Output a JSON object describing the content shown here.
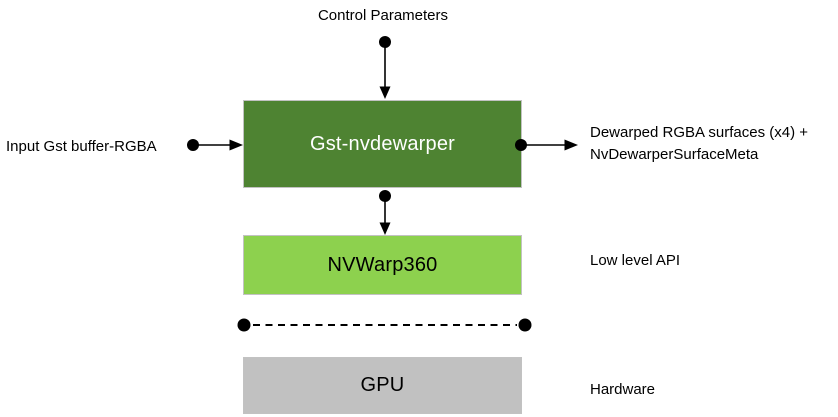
{
  "diagram": {
    "title_label": "Control Parameters",
    "input_label": "Input Gst buffer-RGBA",
    "output_label_line1": "Dewarped RGBA surfaces (x4) +",
    "output_label_line2": "NvDewarperSurfaceMeta",
    "boxes": [
      {
        "id": "gst-nvdewarper",
        "label": "Gst-nvdewarper",
        "fill": "#4E8332",
        "text_color": "#ffffff"
      },
      {
        "id": "nvwarp360",
        "label": "NVWarp360",
        "fill": "#8DD14E",
        "text_color": "#000000"
      },
      {
        "id": "gpu",
        "label": "GPU",
        "fill": "#C1C1C1",
        "text_color": "#000000"
      }
    ],
    "side_labels": {
      "low_level_api": "Low level API",
      "hardware": "Hardware"
    },
    "colors": {
      "connector": "#000000",
      "background": "#ffffff"
    }
  }
}
